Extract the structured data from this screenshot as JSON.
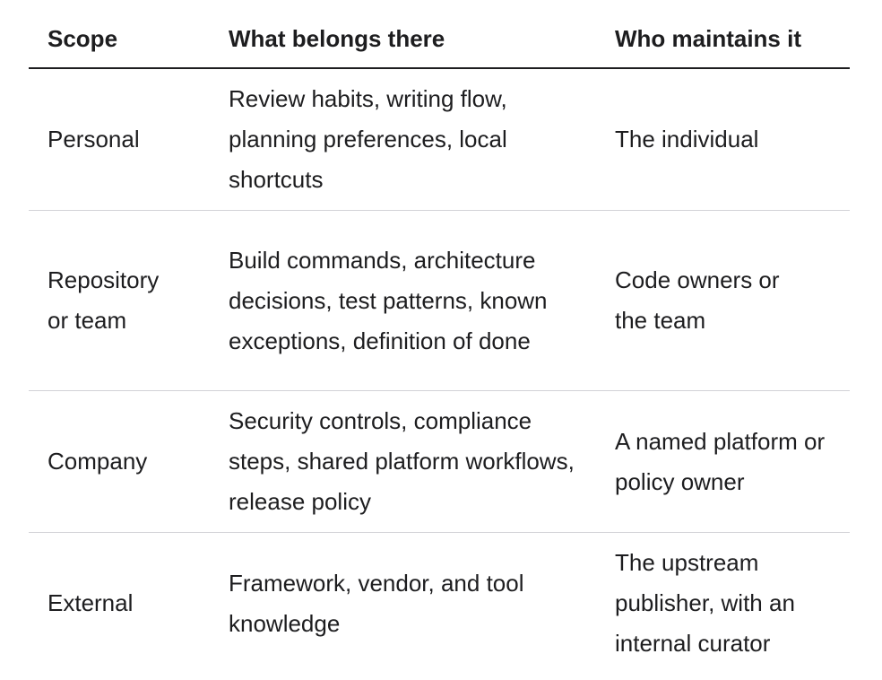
{
  "table": {
    "headers": [
      "Scope",
      "What belongs there",
      "Who maintains it"
    ],
    "rows": [
      {
        "scope": "Personal",
        "what": "Review habits, writing flow, planning preferences, local shortcuts",
        "who": "The individual"
      },
      {
        "scope": "Repository or team",
        "what": "Build commands, architecture decisions, test patterns, known exceptions, definition of done",
        "who": "Code owners or the team"
      },
      {
        "scope": "Company",
        "what": "Security controls, compliance steps, shared platform workflows, release policy",
        "who": "A named platform or policy owner"
      },
      {
        "scope": "External",
        "what": "Framework, vendor, and tool knowledge",
        "who": "The upstream publisher, with an internal curator"
      }
    ]
  }
}
